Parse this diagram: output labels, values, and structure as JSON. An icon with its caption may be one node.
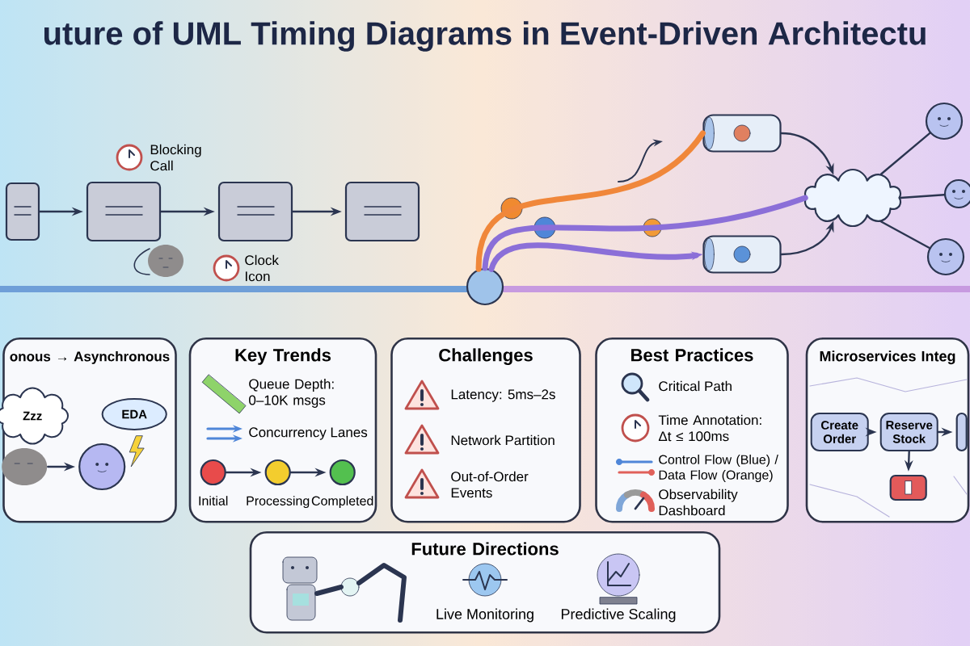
{
  "diagram": {
    "title": "uture of UML Timing Diagrams in Event-Driven Architectu",
    "nodes": [
      {
        "text": [],
        "shape": "box"
      },
      {
        "text": [],
        "shape": "box"
      },
      {
        "text": [],
        "shape": "box"
      },
      {
        "text": [],
        "shape": "box"
      },
      {
        "text": [],
        "shape": "circle"
      },
      {
        "text": [],
        "shape": "cylinder"
      },
      {
        "text": [],
        "shape": "cylinder"
      },
      {
        "text": [],
        "shape": "cloud"
      },
      {
        "text": [],
        "shape": "person"
      },
      {
        "text": [],
        "shape": "person"
      },
      {
        "text": [],
        "shape": "person"
      },
      {
        "text": [
          "onous → Asynchronous"
        ]
      },
      {
        "text": [
          "Zzz"
        ],
        "in": 11
      },
      {
        "text": [],
        "shape": "picture",
        "in": 11
      },
      {
        "text": [],
        "shape": "person",
        "in": 11
      },
      {
        "text": [
          "EDA"
        ],
        "in": 11
      },
      {
        "text": [
          "Key Trends"
        ]
      },
      {
        "text": [],
        "shape": "circle",
        "in": 16,
        "beside": [
          "Initial"
        ]
      },
      {
        "text": [],
        "shape": "circle",
        "in": 16,
        "beside": [
          "Processing"
        ]
      },
      {
        "text": [],
        "shape": "circle",
        "in": 16,
        "beside": [
          "Completed"
        ]
      },
      {
        "text": [
          "Challenges"
        ]
      },
      {
        "text": [
          "Best Practices"
        ]
      },
      {
        "text": [
          "Microservices Integ"
        ]
      },
      {
        "text": [
          "Create Order"
        ],
        "in": 22
      },
      {
        "text": [
          "Reserve Stock"
        ],
        "in": 22
      },
      {
        "text": [],
        "shape": "box",
        "in": 22
      },
      {
        "text": [],
        "shape": "box",
        "in": 22
      },
      {
        "text": [
          "Future Directions"
        ]
      }
    ],
    "edges": [
      {
        "from": 0,
        "to": 1,
        "arrow": "to"
      },
      {
        "from": 1,
        "to": 2,
        "arrow": "to"
      },
      {
        "from": 2,
        "to": 3,
        "arrow": "to"
      },
      {
        "from": 4,
        "to": 5,
        "arrow": "none",
        "style": "thick",
        "color": "#f0873a"
      },
      {
        "from": 4,
        "to": 7,
        "arrow": "none",
        "style": "thick",
        "color": "#8b6fd8"
      },
      {
        "from": 4,
        "to": 6,
        "arrow": "to",
        "style": "thick",
        "color": "#8b6fd8"
      },
      {
        "from": 5,
        "to": 7,
        "arrow": "to"
      },
      {
        "from": 6,
        "to": 7,
        "arrow": "to"
      },
      {
        "from": 7,
        "to": 8,
        "arrow": "none"
      },
      {
        "from": 7,
        "to": 9,
        "arrow": "none"
      },
      {
        "from": 7,
        "to": 10,
        "arrow": "none"
      },
      {
        "from": 13,
        "to": 14,
        "arrow": "to"
      },
      {
        "from": 17,
        "to": 18,
        "arrow": "to"
      },
      {
        "from": 18,
        "to": 19,
        "arrow": "to"
      },
      {
        "from": 23,
        "to": 24,
        "arrow": "to"
      },
      {
        "from": 24,
        "to": 25,
        "arrow": "to"
      },
      {
        "from": 24,
        "to": 26,
        "arrow": "to"
      }
    ],
    "labels": [
      "Blocking Call",
      "Clock Icon",
      "Queue Depth: 0–10K msgs",
      "Concurrency Lanes",
      "Latency: 5ms–2s",
      "Network Partition",
      "Out-of-Order Events",
      "Critical Path",
      "Time Annotation: Δt ≤ 100ms",
      "Control Flow (Blue) / Data Flow (Orange)",
      "Observability Dashboard",
      "Live Monitoring",
      "Predictive Scaling"
    ]
  }
}
